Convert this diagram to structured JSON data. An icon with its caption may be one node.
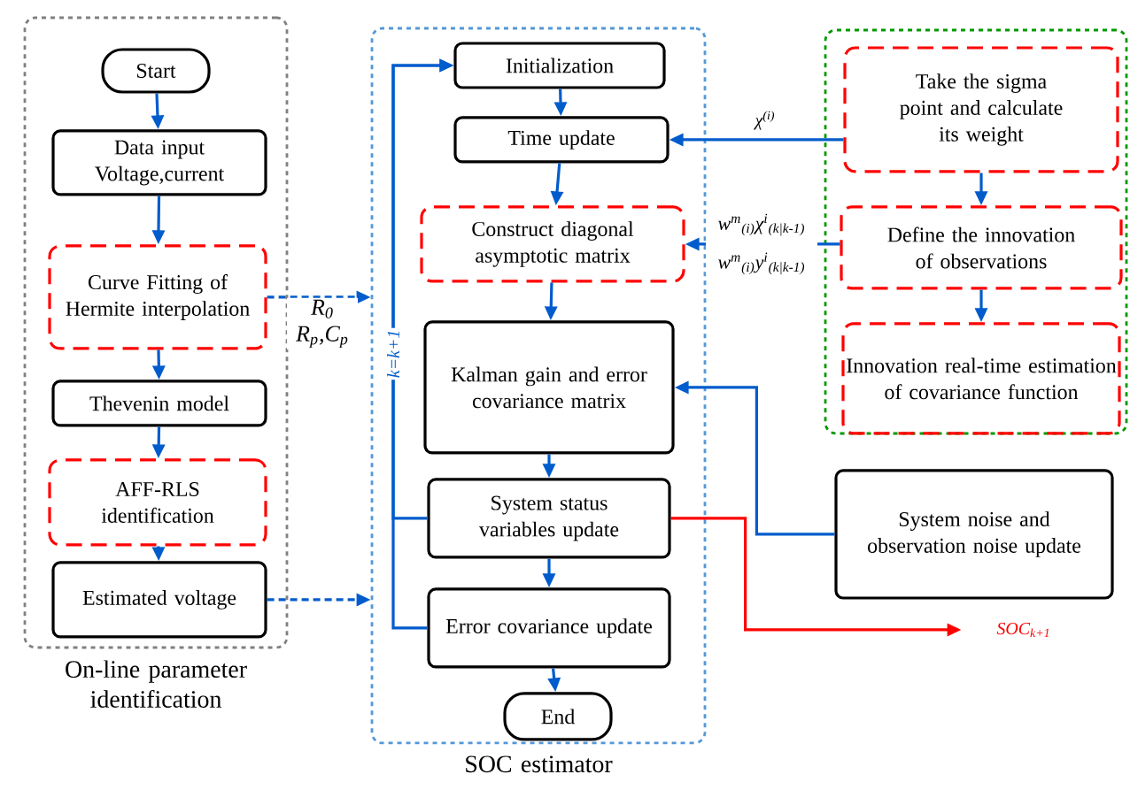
{
  "diagram": {
    "nodes": [
      {
        "text": [
          "On-line parameter identification"
        ]
      },
      {
        "text": [
          "Start"
        ],
        "in": 0
      },
      {
        "text": [
          "Data input Voltage,current"
        ],
        "in": 0
      },
      {
        "text": [
          "Curve Fitting of Hermite interpolation"
        ],
        "in": 0
      },
      {
        "text": [
          "Thevenin model"
        ],
        "in": 0
      },
      {
        "text": [
          "AFF-RLS identification"
        ],
        "in": 0
      },
      {
        "text": [
          "Estimated voltage"
        ],
        "in": 0
      },
      {
        "text": [
          "SOC estimator"
        ]
      },
      {
        "text": [
          "Initialization"
        ],
        "in": 7
      },
      {
        "text": [
          "Time update"
        ],
        "in": 7
      },
      {
        "text": [
          "Construct diagonal asymptotic matrix"
        ],
        "in": 7
      },
      {
        "text": [
          "Kalman gain and error covariance matrix"
        ],
        "in": 7
      },
      {
        "text": [
          "System status variables update"
        ],
        "in": 7
      },
      {
        "text": [
          "Error covariance update"
        ],
        "in": 7
      },
      {
        "text": [
          "End"
        ],
        "in": 7
      },
      {
        "text": [],
        "shape": "box"
      },
      {
        "text": [
          "Take the sigma point and calculate its weight"
        ],
        "in": 15
      },
      {
        "text": [
          "Define the innovation of observations"
        ],
        "in": 15
      },
      {
        "text": [
          "Innovation real-time estimation of covariance function"
        ],
        "in": 15
      },
      {
        "text": [
          "System noise and observation noise update"
        ]
      },
      {
        "text": [
          "SOC$_{k+1}$"
        ]
      }
    ],
    "edges": [
      {
        "from": 1,
        "to": 2,
        "arrow": "to"
      },
      {
        "from": 2,
        "to": 3,
        "arrow": "to"
      },
      {
        "from": 3,
        "to": 4,
        "arrow": "to"
      },
      {
        "from": 4,
        "to": 5,
        "arrow": "to"
      },
      {
        "from": 5,
        "to": 6,
        "arrow": "to"
      },
      {
        "from": 3,
        "to": 7,
        "arrow": "to",
        "style": "dashed",
        "label": "R$_{0}$ R$_{p}$,C$_{p}$"
      },
      {
        "from": 6,
        "to": 7,
        "arrow": "to",
        "style": "dashed"
      },
      {
        "from": 8,
        "to": 9,
        "arrow": "to"
      },
      {
        "from": 9,
        "to": 10,
        "arrow": "to"
      },
      {
        "from": 10,
        "to": 11,
        "arrow": "to"
      },
      {
        "from": 11,
        "to": 12,
        "arrow": "to"
      },
      {
        "from": 12,
        "to": 13,
        "arrow": "to"
      },
      {
        "from": 13,
        "to": 14,
        "arrow": "to"
      },
      {
        "from": 12,
        "to": 8,
        "arrow": "to",
        "label": "k=k+1"
      },
      {
        "from": 13,
        "to": 8,
        "arrow": "to"
      },
      {
        "from": 16,
        "to": 17,
        "arrow": "to"
      },
      {
        "from": 17,
        "to": 18,
        "arrow": "to"
      },
      {
        "from": 16,
        "to": 9,
        "arrow": "to",
        "label": "χ$^{(i)}$"
      },
      {
        "from": 17,
        "to": 10,
        "arrow": "to",
        "label": "w$^{m}$$_{(i)}$χ$^{i}$$_{(k|k-1)}$ w$^{m}$$_{(i)}$y$^{i}$$_{(k|k-1)}$"
      },
      {
        "from": 19,
        "to": 11,
        "arrow": "to"
      },
      {
        "from": 12,
        "to": 20,
        "arrow": "to",
        "color": "#ff0000"
      }
    ]
  }
}
